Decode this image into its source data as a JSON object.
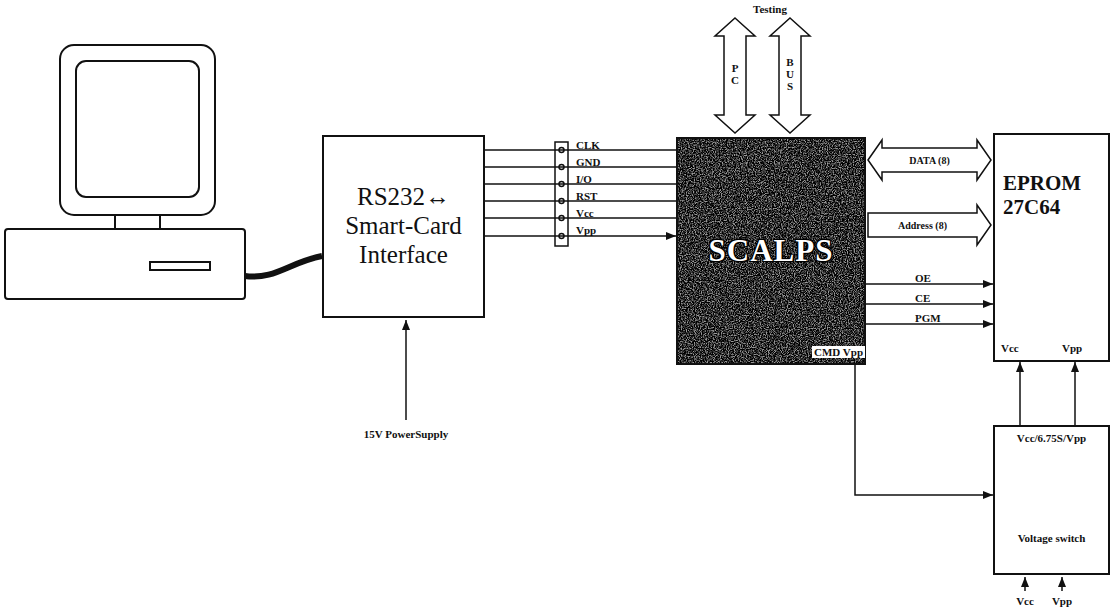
{
  "diagram": {
    "nodes": [
      {
        "text": [
          "RS232↔ Smart-Card Interface"
        ]
      },
      {
        "text": [
          "SCALPS"
        ]
      },
      {
        "text": [
          "EPROM 27C64"
        ]
      },
      {
        "text": [
          "Vcc/6.75S/Vpp",
          "Voltage switch"
        ]
      }
    ],
    "edges": [
      {
        "from": 0,
        "to": 1,
        "label": "CLK",
        "arrow": "none"
      },
      {
        "from": 0,
        "to": 1,
        "label": "GND",
        "arrow": "none"
      },
      {
        "from": 0,
        "to": 1,
        "label": "I/O",
        "arrow": "none"
      },
      {
        "from": 0,
        "to": 1,
        "label": "RST",
        "arrow": "none"
      },
      {
        "from": 0,
        "to": 1,
        "label": "Vcc",
        "arrow": "none"
      },
      {
        "from": 0,
        "to": 1,
        "label": "Vpp",
        "arrow": "to"
      },
      {
        "from": 1,
        "to": 2,
        "label": "DATA (8)",
        "arrow": "both"
      },
      {
        "from": 1,
        "to": 2,
        "label": "Address (8)",
        "arrow": "to"
      },
      {
        "from": 1,
        "to": 2,
        "label": "OE",
        "arrow": "to"
      },
      {
        "from": 1,
        "to": 2,
        "label": "CE",
        "arrow": "to"
      },
      {
        "from": 1,
        "to": 2,
        "label": "PGM",
        "arrow": "to"
      },
      {
        "from": 1,
        "to": 3,
        "arrow": "to"
      },
      {
        "from": 3,
        "to": 2,
        "arrow": "to"
      },
      {
        "from": 3,
        "to": 2,
        "arrow": "to"
      }
    ],
    "labels": [
      "Testing",
      "PC",
      "BUS",
      "15V PowerSupply",
      "CMD Vpp",
      "Vcc",
      "Vpp",
      "Vcc",
      "Vpp"
    ]
  }
}
